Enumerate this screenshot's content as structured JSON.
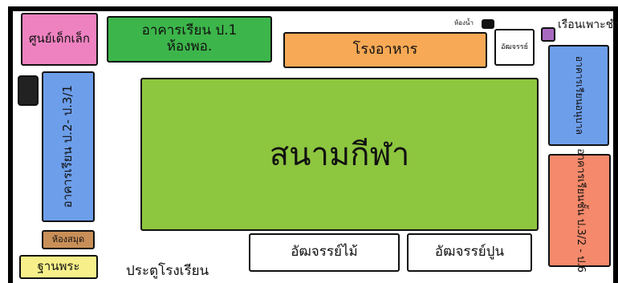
{
  "map": {
    "buildings": {
      "kindergarten": {
        "label": "ศูนย์เด็กเล็ก",
        "color": "#ee82c0"
      },
      "p1_building": {
        "line1": "อาคารเรียน ป.1",
        "line2": "ห้องพอ.",
        "color": "#3cb54a"
      },
      "canteen": {
        "label": "โรงอาหาร",
        "color": "#f7a955"
      },
      "restroom": {
        "label": "ห้องน้ำ"
      },
      "atchan_small": {
        "label": "อัฒจรรย์"
      },
      "nursery": {
        "label": "เรือนเพาะชำ",
        "color": "#a86ac0"
      },
      "kindergarten_building": {
        "label": "อาคารเรียนอนุบาล",
        "color": "#6d9eea"
      },
      "p2_p3_building": {
        "label": "อาคารเรียน ป.2- ป.3/1",
        "color": "#6d9eea"
      },
      "field": {
        "label": "สนามกีฬา",
        "color": "#8dc63f"
      },
      "p3_p6_building": {
        "label": "อาคารเรียนชั้น ป.3/2 - ป.6",
        "color": "#f4896b"
      },
      "library": {
        "label": "ห้องสมุด",
        "color": "#c98f58"
      },
      "shrine": {
        "label": "ฐานพระ",
        "color": "#f7f08a"
      },
      "atchan_wood": {
        "label": "อัฒจรรย์ไม้"
      },
      "atchan_concrete": {
        "label": "อัฒจรรย์ปูน"
      }
    },
    "school_gate": {
      "label": "ประตูโรงเรียน"
    }
  }
}
